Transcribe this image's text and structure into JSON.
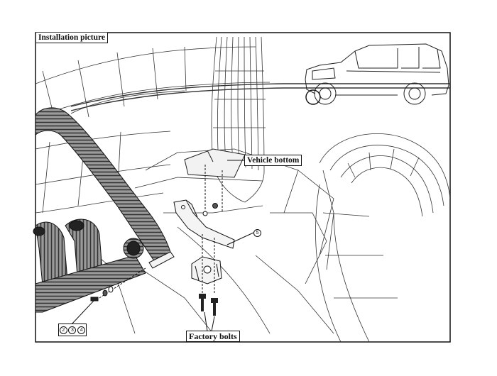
{
  "figure": {
    "title": "Installation picture",
    "labels": {
      "vehicle_bottom": "Vehicle bottom",
      "factory_bolts": "Factory bolts"
    },
    "part_numbers": [
      "2",
      "3",
      "4"
    ],
    "callout_part": "5"
  },
  "colors": {
    "line": "#222222",
    "background": "#ffffff"
  }
}
